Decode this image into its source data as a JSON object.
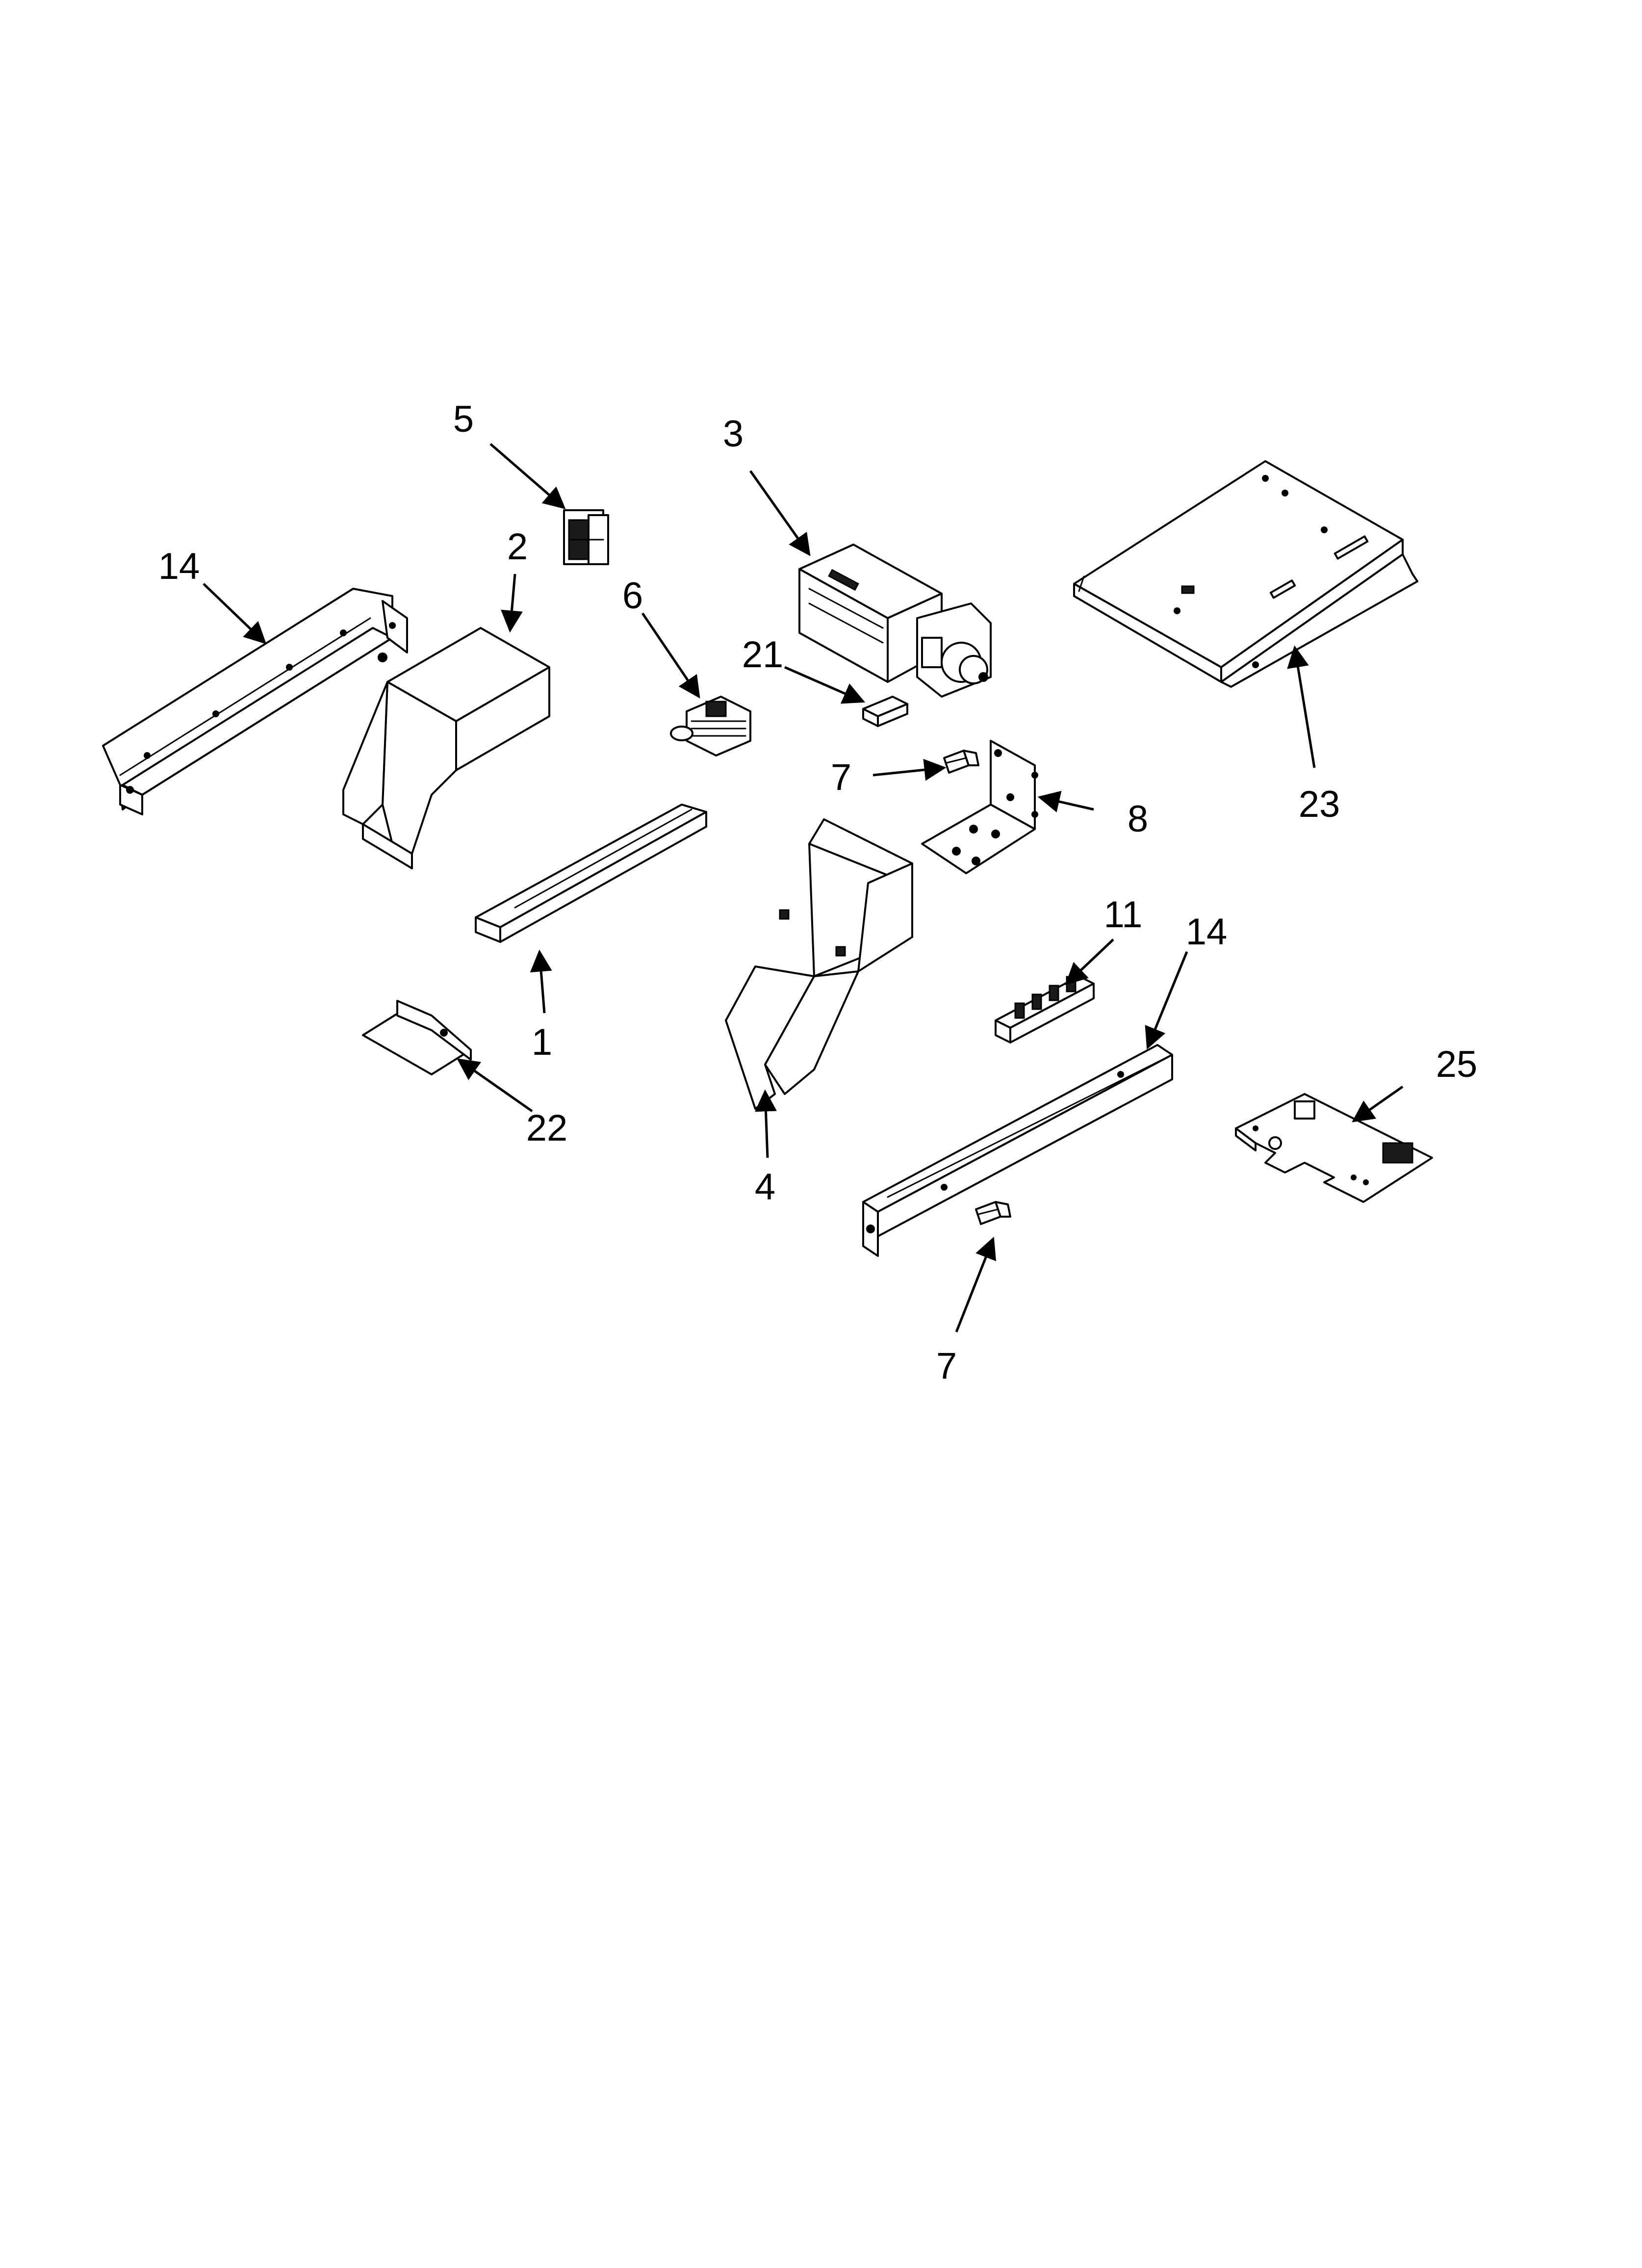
{
  "callouts": [
    {
      "id": "c1",
      "label": "1"
    },
    {
      "id": "c2",
      "label": "2"
    },
    {
      "id": "c3",
      "label": "3"
    },
    {
      "id": "c4",
      "label": "4"
    },
    {
      "id": "c5",
      "label": "5"
    },
    {
      "id": "c6",
      "label": "6"
    },
    {
      "id": "c7a",
      "label": "7"
    },
    {
      "id": "c7b",
      "label": "7"
    },
    {
      "id": "c8",
      "label": "8"
    },
    {
      "id": "c11",
      "label": "11"
    },
    {
      "id": "c14a",
      "label": "14"
    },
    {
      "id": "c14b",
      "label": "14"
    },
    {
      "id": "c21",
      "label": "21"
    },
    {
      "id": "c22",
      "label": "22"
    },
    {
      "id": "c23",
      "label": "23"
    },
    {
      "id": "c25",
      "label": "25"
    }
  ]
}
